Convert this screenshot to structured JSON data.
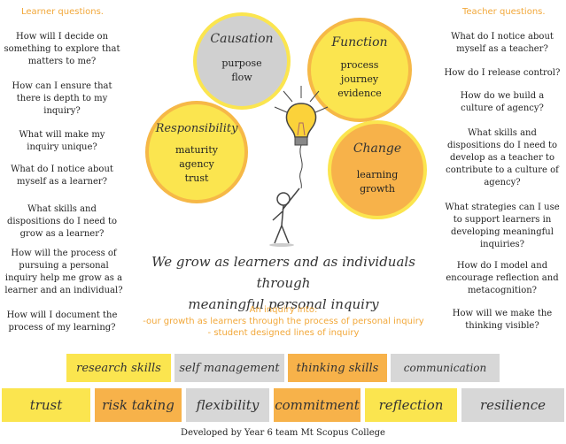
{
  "learner": {
    "heading": "Learner questions.",
    "questions": [
      "How will I decide on something to explore that matters to me?",
      "How can I ensure that there is depth to my inquiry?",
      "What will make my inquiry unique?",
      "What do I notice about myself as a learner?",
      "What skills and dispositions do I need to grow as a learner?",
      "How will the process of pursuing a personal inquiry help me grow as a learner and an individual?",
      "How will I document the process of my learning?"
    ]
  },
  "teacher": {
    "heading": "Teacher questions.",
    "questions": [
      "What do I notice about myself as a teacher?",
      "How do I release control?",
      "How do we build a culture of agency?",
      "What skills and dispositions do I need to develop as a teacher to contribute to a culture of agency?",
      "What strategies can I use to support learners in developing meaningful inquiries?",
      "How do I model and encourage reflection and metacognition?",
      "How will we make the thinking visible?"
    ]
  },
  "concepts": {
    "causation": {
      "title": "Causation",
      "lines": [
        "purpose",
        "flow"
      ]
    },
    "function": {
      "title": "Function",
      "lines": [
        "process",
        "journey",
        "evidence"
      ]
    },
    "responsibility": {
      "title": "Responsibility",
      "lines": [
        "maturity",
        "agency",
        "trust"
      ]
    },
    "change": {
      "title": "Change",
      "lines": [
        "learning",
        "growth"
      ]
    }
  },
  "motto": {
    "line1": "We grow as learners and as individuals through",
    "line2": "meaningful personal inquiry"
  },
  "inquiry": {
    "line1": "An inquiry into:",
    "line2": "-our growth as learners through the process of personal inquiry",
    "line3": "- student designed lines of inquiry"
  },
  "tags_row1": [
    "research skills",
    "self management",
    "thinking skills",
    "communication"
  ],
  "tags_row2": [
    "trust",
    "risk taking",
    "flexibility",
    "commitment",
    "reflection",
    "resilience"
  ],
  "footer": "Developed by  Year 6 team Mt Scopus College",
  "colors": {
    "yellow": "#fbe54f",
    "grey": "#d7d7d7",
    "orange": "#f7b24a",
    "heading": "#f2a83a"
  }
}
